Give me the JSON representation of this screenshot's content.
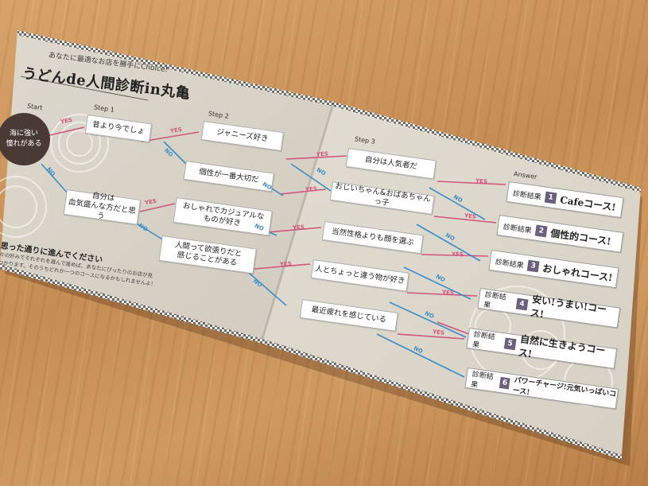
{
  "header": {
    "tagline": "あなたに最適なお店を勝手にChoice!",
    "title": "うどんde人間診断in丸亀"
  },
  "steps": {
    "start": "Start",
    "step1": "Step 1",
    "step2": "Step 2",
    "step3": "Step 3",
    "answer": "Answer"
  },
  "start_question": "海に強い\n憧れがある",
  "questions": {
    "q1a": "昔より今でしょ",
    "q1b": "自分は\n血気盛んな方だと思う",
    "q2a": "ジャニーズ好き",
    "q2b": "個性が一番大切だ",
    "q2c": "おしゃれでカジュアルな\nものが好き",
    "q2d": "人間って欲張りだと\n感じることがある",
    "q3a": "自分は人気者だ",
    "q3b": "おじいちゃん&おばあちゃんっ子",
    "q3c": "当然性格よりも顔を選ぶ",
    "q3d": "人とちょっと違う物が好き",
    "q3e": "最近疲れを感じている"
  },
  "instructions": {
    "heading": "思った通りに進んでください",
    "body": "々の好みでそれぞれを選んで進めば、あなたにぴったりのお店が見つかります。そのうちどれか一つのコースになるかもしれませんよ!"
  },
  "answers": [
    {
      "prefix": "診断結果",
      "num": "1",
      "course": "Cafeコース!"
    },
    {
      "prefix": "診断結果",
      "num": "2",
      "course": "個性的コース!"
    },
    {
      "prefix": "診断結果",
      "num": "3",
      "course": "おしゃれコース!"
    },
    {
      "prefix": "診断結果",
      "num": "4",
      "course": "安い!うまい!コース!"
    },
    {
      "prefix": "診断結果",
      "num": "5",
      "course": "自然に生きようコース!"
    },
    {
      "prefix": "診断結果",
      "num": "6",
      "course": "パワーチャージ!元気いっぱいコース!"
    }
  ],
  "labels": {
    "yes": "YES",
    "no": "NO"
  },
  "colors": {
    "yes": "#d0557f",
    "no": "#3a8fc8",
    "start": "#4a3a36",
    "number_badge": "#6b5f7e"
  }
}
